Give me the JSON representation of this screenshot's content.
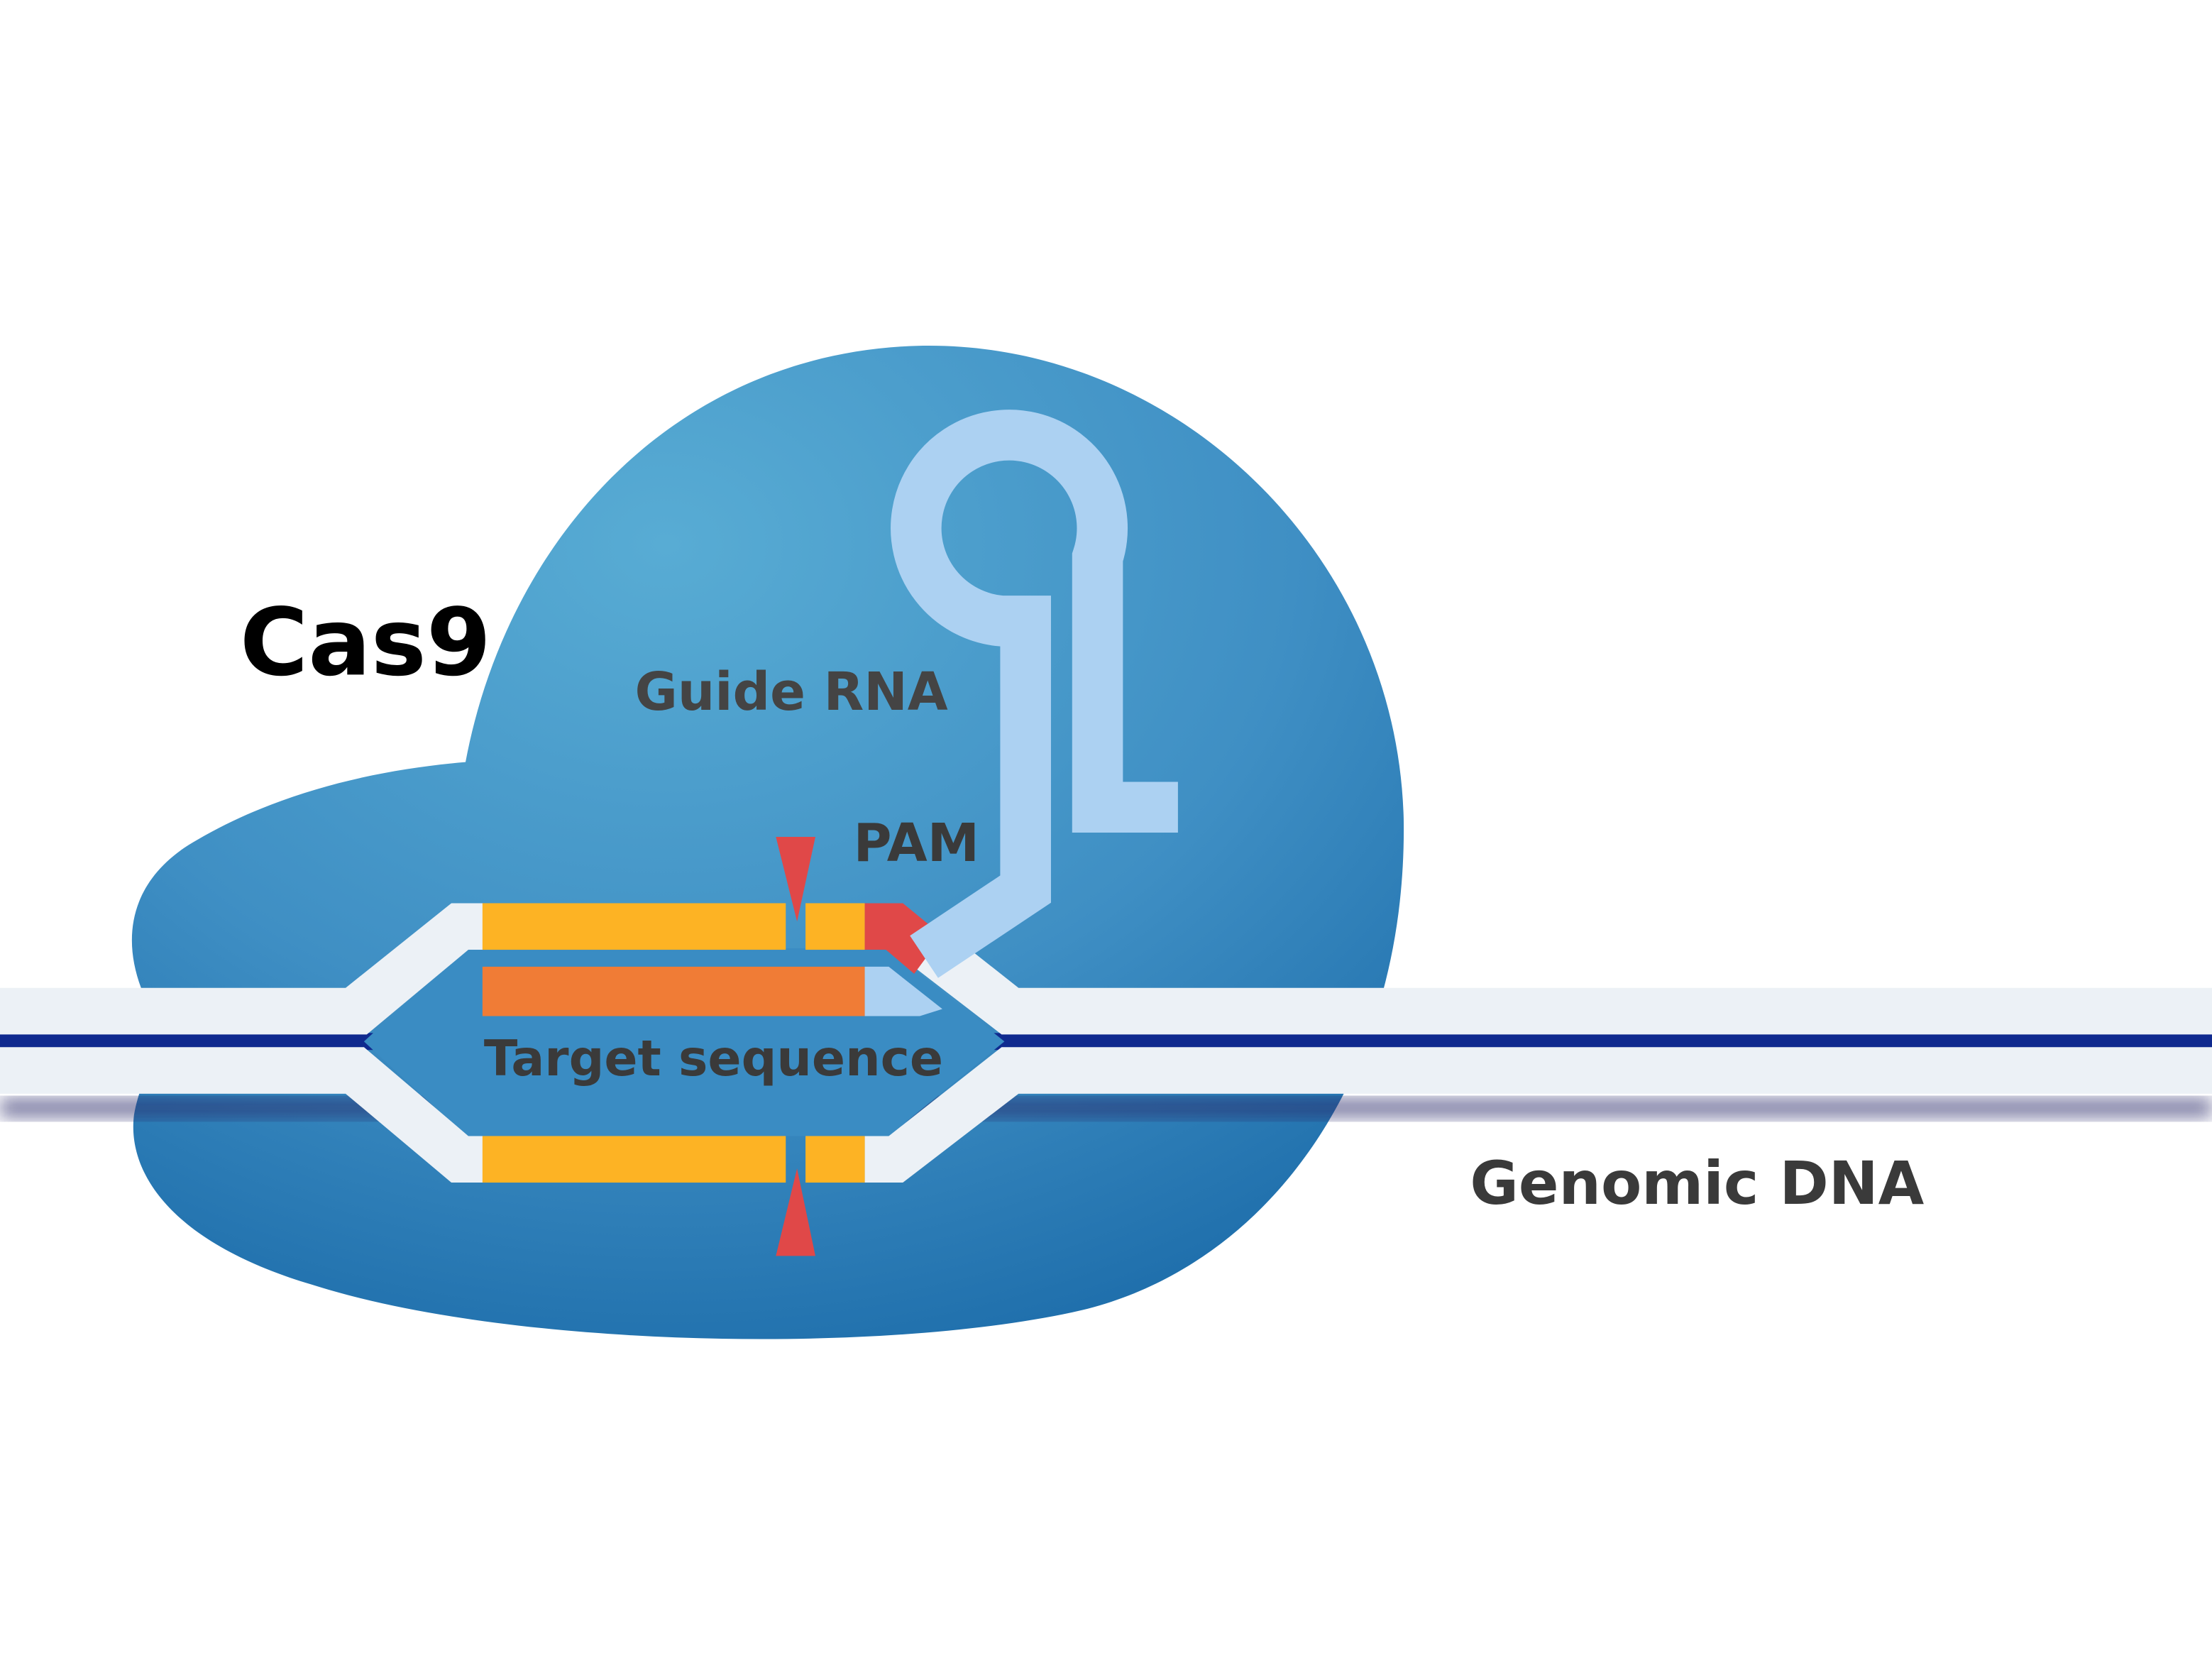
{
  "labels": {
    "protein": "Cas9",
    "guide_rna": "Guide RNA",
    "pam": "PAM",
    "target": "Target sequence",
    "genomic_dna": "Genomic DNA"
  },
  "colors": {
    "protein": "#3f8fc4",
    "protein_dark": "#1e6fae",
    "dna_strand": "#ecf1f6",
    "dna_core": "#0f2a8f",
    "target_strand": "#fdb324",
    "guide_rna_spacer": "#f07c36",
    "guide_rna": "#acd1f2",
    "pam": "#e04848",
    "cut_marker": "#e04848",
    "label_dark": "#3a3a3a",
    "label_black": "#000000"
  }
}
